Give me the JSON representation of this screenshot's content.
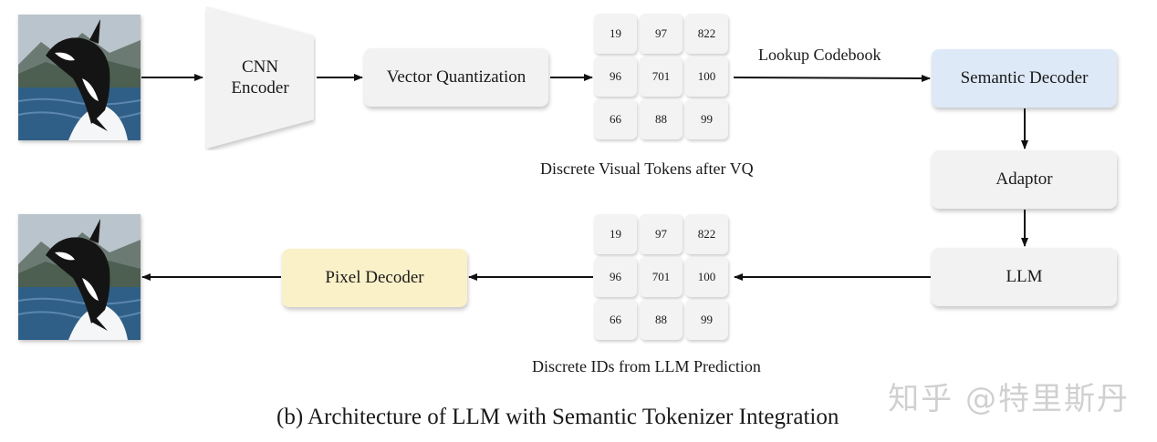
{
  "encoder_label": "CNN\nEncoder",
  "nodes": {
    "vq": "Vector Quantization",
    "semantic_decoder": "Semantic Decoder",
    "adaptor": "Adaptor",
    "llm": "LLM",
    "pixel_decoder": "Pixel Decoder"
  },
  "top_grid": [
    "19",
    "97",
    "822",
    "96",
    "701",
    "100",
    "66",
    "88",
    "99"
  ],
  "bottom_grid": [
    "19",
    "97",
    "822",
    "96",
    "701",
    "100",
    "66",
    "88",
    "99"
  ],
  "labels": {
    "lookup": "Lookup Codebook",
    "top_caption": "Discrete Visual Tokens after VQ",
    "bottom_caption": "Discrete IDs from LLM Prediction"
  },
  "figure_title": "(b) Architecture of LLM with Semantic Tokenizer Integration",
  "watermark": "知乎 @特里斯丹",
  "colors": {
    "semantic": "#dde9f7",
    "pixel": "#fbf1c9",
    "neutral": "#f2f2f2"
  }
}
